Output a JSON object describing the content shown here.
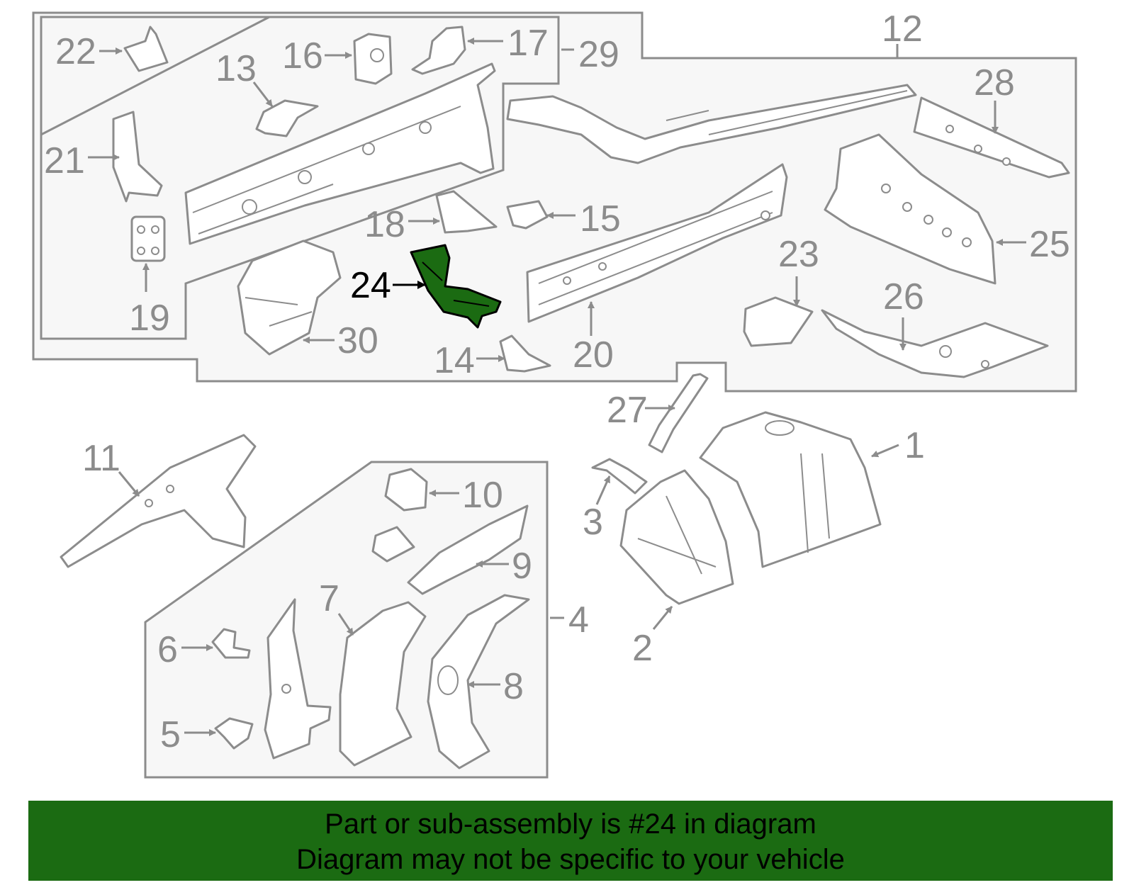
{
  "diagram": {
    "highlight_color": "#1b6b12",
    "highlighted_part": "24",
    "callouts": {
      "c1": "1",
      "c2": "2",
      "c3": "3",
      "c4": "4",
      "c5": "5",
      "c6": "6",
      "c7": "7",
      "c8": "8",
      "c9": "9",
      "c10": "10",
      "c11": "11",
      "c12": "12",
      "c13": "13",
      "c14": "14",
      "c15": "15",
      "c16": "16",
      "c17": "17",
      "c18": "18",
      "c19": "19",
      "c20": "20",
      "c21": "21",
      "c22": "22",
      "c23": "23",
      "c24": "24",
      "c25": "25",
      "c26": "26",
      "c27": "27",
      "c28": "28",
      "c29": "29",
      "c30": "30"
    }
  },
  "footer": {
    "line1": "Part or sub-assembly is #24 in diagram",
    "line2": "Diagram may not be specific to your vehicle",
    "background": "#1b6b12"
  }
}
